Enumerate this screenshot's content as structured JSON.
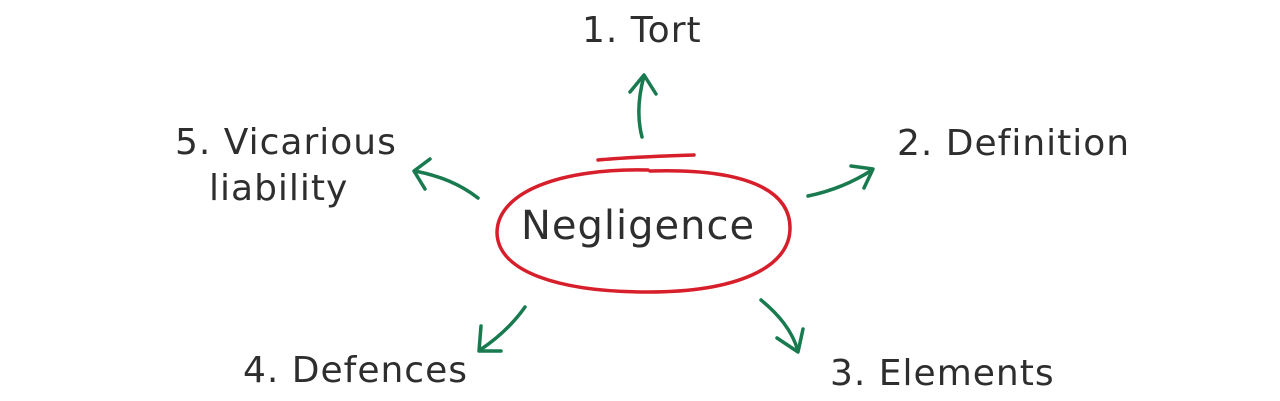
{
  "diagram": {
    "center": {
      "label": "Negligence"
    },
    "branches": [
      {
        "id": "tort",
        "label": "1. Tort"
      },
      {
        "id": "definition",
        "label": "2. Definition"
      },
      {
        "id": "elements",
        "label": "3. Elements"
      },
      {
        "id": "defences",
        "label": "4. Defences"
      },
      {
        "id": "vicarious",
        "lines": [
          "5. Vicarious",
          "liability"
        ]
      }
    ]
  },
  "colors": {
    "ellipse": "#d71f2b",
    "arrows": "#197a50",
    "text": "#2e2e2e"
  }
}
